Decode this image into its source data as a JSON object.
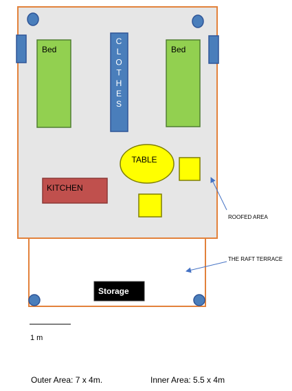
{
  "floor_plan": {
    "bed_left_label": "Bed",
    "bed_right_label": "Bed",
    "clothes_label": "CLOTHES",
    "table_label": "TABLE",
    "kitchen_label": "KITCHEN",
    "storage_label": "Storage",
    "roofed_area_label": "ROOFED AREA",
    "raft_terrace_label": "THE RAFT TERRACE",
    "scale_label": "1 m",
    "outer_area_text": "Outer Area: 7 x 4m.",
    "inner_area_text": "Inner Area: 5.5 x 4m"
  },
  "colors": {
    "outline": "#e2813a",
    "roofed_fill": "#e6e6e6",
    "bed_fill": "#92d050",
    "bed_stroke": "#507e32",
    "blue_fill": "#4a7ebb",
    "blue_stroke": "#2f5597",
    "yellow_fill": "#ffff00",
    "yellow_stroke": "#7f7f00",
    "kitchen_fill": "#c0504d",
    "kitchen_stroke": "#8c3836",
    "storage_fill": "#000000",
    "arrow": "#4472c4"
  }
}
